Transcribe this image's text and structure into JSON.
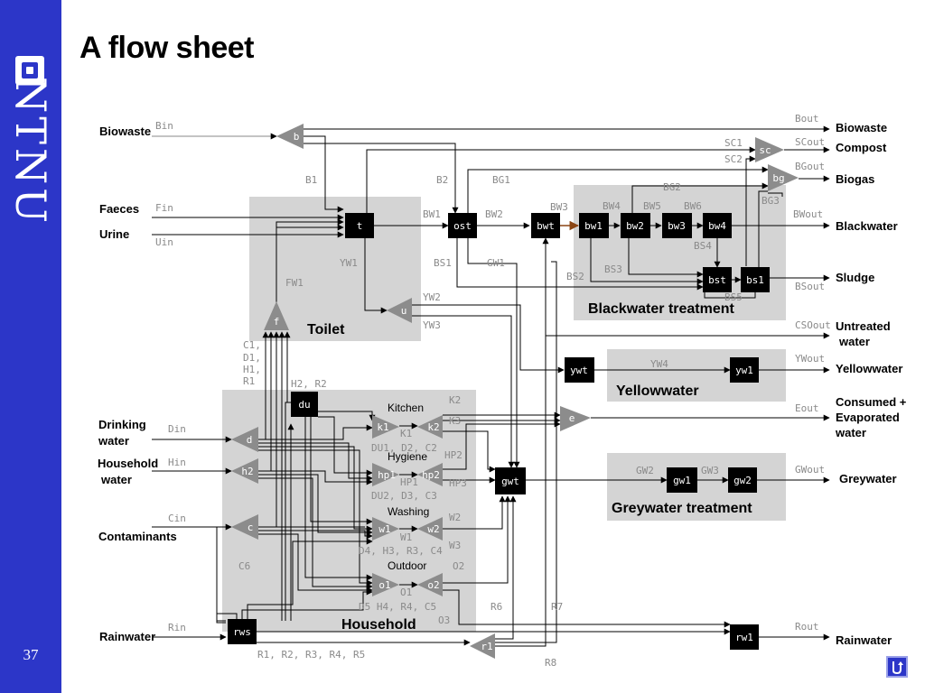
{
  "slide": {
    "title": "A flow sheet",
    "brand": "NTNU",
    "page_number": "37",
    "nav_icon": "return-arrow-icon"
  },
  "colors": {
    "sidebar": "#2c36c8",
    "region": "#d4d4d4",
    "process_box": "#000000",
    "splitter": "#8c8c8c",
    "brown_flow": "#8b4513"
  },
  "regions": {
    "toilet": "Toilet",
    "household": "Household",
    "blackwater": "Blackwater treatment",
    "yellowwater": "Yellowwater",
    "greywater": "Greywater treatment"
  },
  "sublabels": {
    "kitchen": "Kitchen",
    "hygiene": "Hygiene",
    "washing": "Washing",
    "outdoor": "Outdoor"
  },
  "inputs": {
    "biowaste": "Biowaste",
    "faeces": "Faeces",
    "urine": "Urine",
    "drinking_1": "Drinking",
    "drinking_2": "water",
    "household_1": "Household",
    "household_2": "water",
    "contaminants": "Contaminants",
    "rainwater": "Rainwater"
  },
  "outputs": {
    "biowaste": "Biowaste",
    "compost": "Compost",
    "biogas": "Biogas",
    "blackwater": "Blackwater",
    "sludge": "Sludge",
    "untreated_1": "Untreated",
    "untreated_2": "water",
    "yellowwater": "Yellowwater",
    "consumed_1": "Consumed +",
    "consumed_2": "Evaporated",
    "consumed_3": "water",
    "greywater": "Greywater",
    "rainwater": "Rainwater"
  },
  "nodes": {
    "t": "t",
    "ost": "ost",
    "bwt": "bwt",
    "bw1": "bw1",
    "bw2": "bw2",
    "bw3": "bw3",
    "bw4": "bw4",
    "bst": "bst",
    "bs1": "bs1",
    "ywt": "ywt",
    "yw1": "yw1",
    "gwt": "gwt",
    "gw1": "gw1",
    "gw2": "gw2",
    "du": "du",
    "rws": "rws",
    "rw1": "rw1",
    "b": "b",
    "sc": "sc",
    "bg": "bg",
    "u": "u",
    "f": "f",
    "e": "e",
    "d": "d",
    "h2": "h2",
    "c": "c",
    "k1": "k1",
    "k2": "k2",
    "hp1": "hp1",
    "hp2": "hp2",
    "w1": "w1",
    "w2": "w2",
    "o1": "o1",
    "o2": "o2",
    "r1": "r1"
  },
  "flows": {
    "Bin": "Bin",
    "Fin": "Fin",
    "Uin": "Uin",
    "Din": "Din",
    "Hin": "Hin",
    "Cin": "Cin",
    "Rin": "Rin",
    "Bout": "Bout",
    "SCout": "SCout",
    "BGout": "BGout",
    "BWout": "BWout",
    "BSout": "BSout",
    "CSOout": "CSOout",
    "YWout": "YWout",
    "Eout": "Eout",
    "GWout": "GWout",
    "Rout": "Rout",
    "SC1": "SC1",
    "SC2": "SC2",
    "B1": "B1",
    "B2": "B2",
    "BG1": "BG1",
    "BG2": "BG2",
    "BG3": "BG3",
    "BW1": "BW1",
    "BW2": "BW2",
    "BW3": "BW3",
    "BW4": "BW4",
    "BW5": "BW5",
    "BW6": "BW6",
    "BS1": "BS1",
    "BS2": "BS2",
    "BS3": "BS3",
    "BS4": "BS4",
    "BS5": "BS5",
    "GW1": "GW1",
    "YW1": "YW1",
    "YW2": "YW2",
    "YW3": "YW3",
    "YW4": "YW4",
    "FW1": "FW1",
    "C1": "C1,",
    "D1": "D1,",
    "H1": "H1,",
    "R1": "R1",
    "H2R2": "H2, R2",
    "K1": "K1",
    "K2": "K2",
    "K3": "K3",
    "DU1": "DU1, D2, C2",
    "HP1": "HP1",
    "HP2": "HP2",
    "HP3": "HP3",
    "DU2": "DU2, D3, C3",
    "W1": "W1",
    "W2": "W2",
    "W3": "W3",
    "D4": "D4, H3, R3, C4",
    "O1": "O1",
    "O2": "O2",
    "O3": "O3",
    "D5": "D5 H4, R4, C5",
    "C6": "C6",
    "R6": "R6",
    "R7": "R7",
    "R8": "R8",
    "GW2": "GW2",
    "GW3": "GW3",
    "R15": "R1, R2, R3, R4, R5"
  }
}
